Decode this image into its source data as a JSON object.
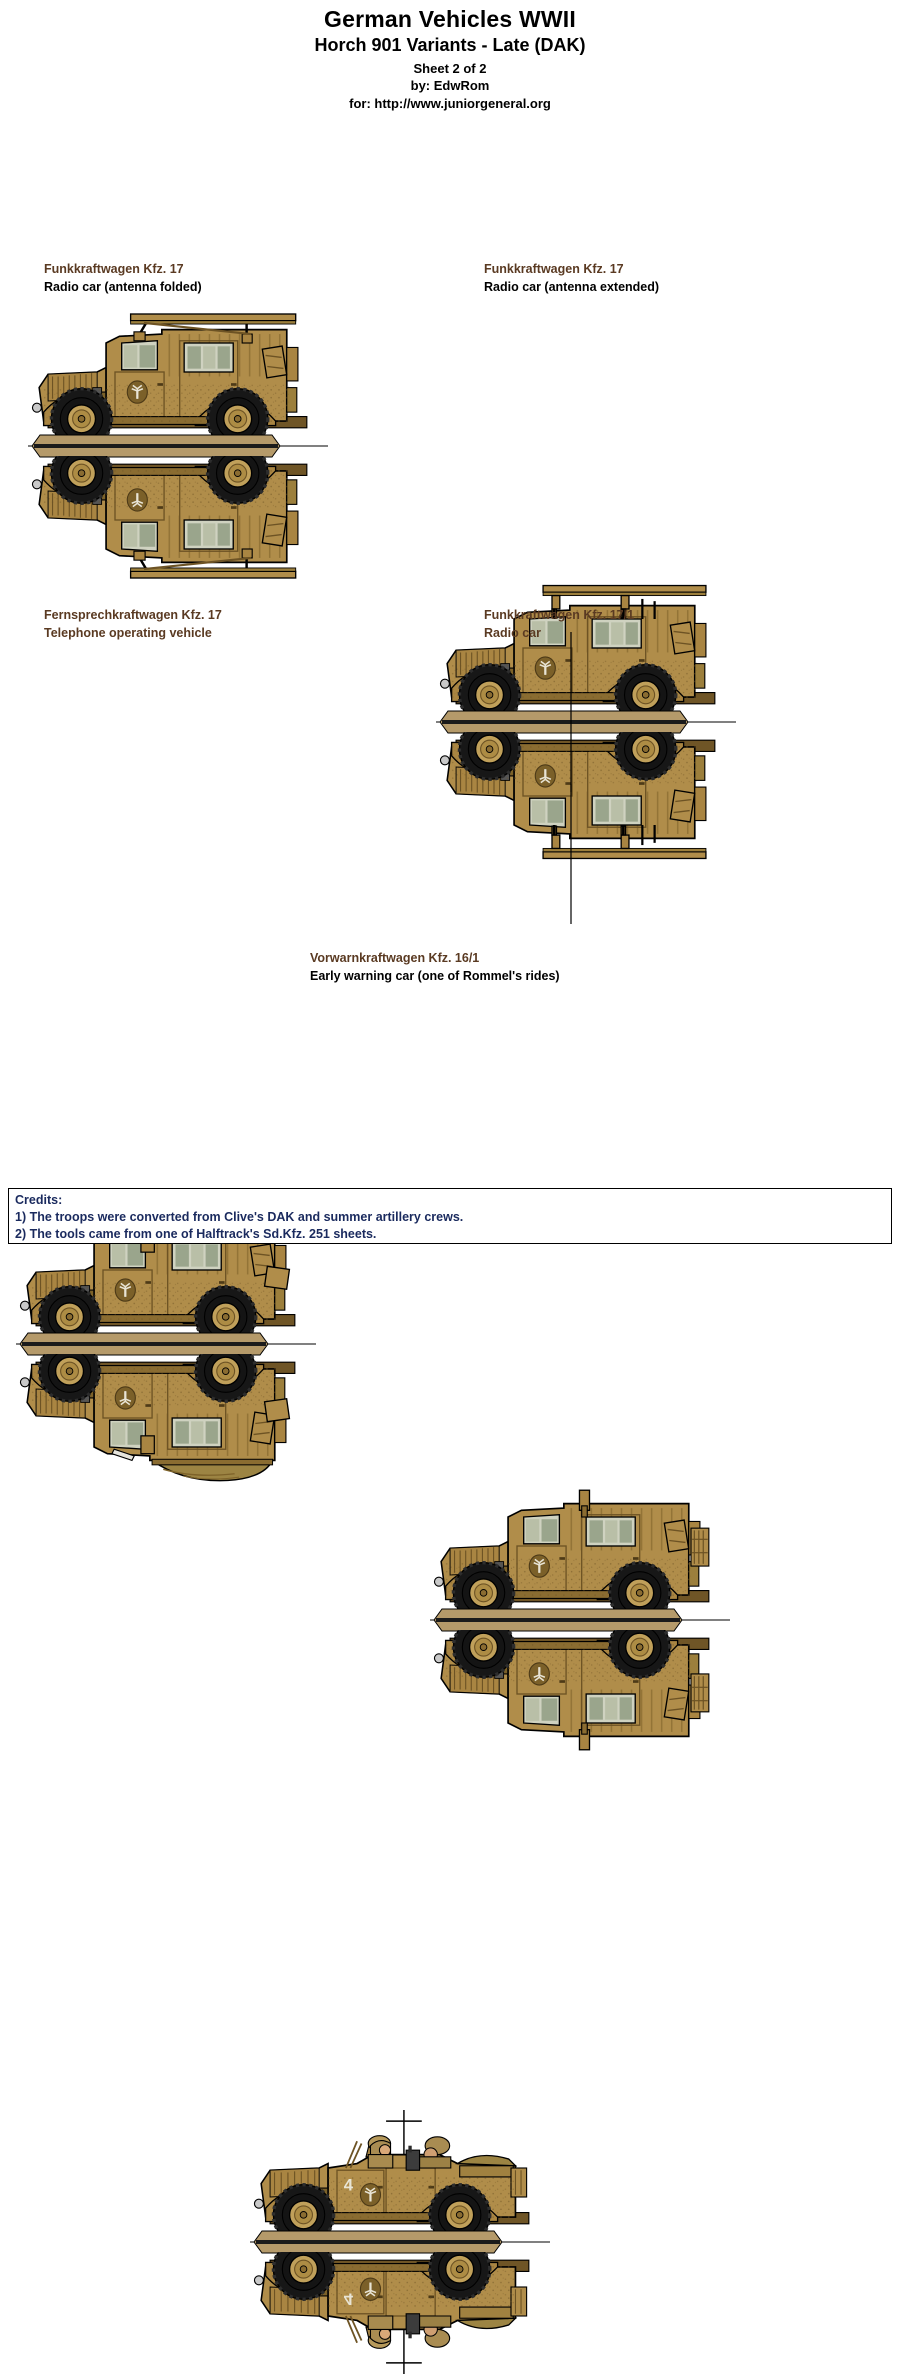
{
  "header": {
    "title": "German Vehicles WWII",
    "subtitle": "Horch 901 Variants - Late (DAK)",
    "sheet": "Sheet 2 of 2",
    "author": "by: EdwRom",
    "site": "for: http://www.juniorgeneral.org"
  },
  "palette": {
    "body_khaki": "#b08d4a",
    "body_khaki_dark": "#94752f",
    "body_shadow": "#8a6c31",
    "base_tan": "#b59a6a",
    "base_tan_dark": "#9c7f4f",
    "tire_black": "#1b1b1b",
    "hub_tan": "#c0a05a",
    "glass": "#cfd2c0",
    "outline": "#000000",
    "caption_german": "#5a3a22",
    "caption_english": "#000000",
    "credits_text": "#1a2a5e"
  },
  "figures": [
    {
      "id": "kfz17-folded",
      "german": "Funkkraftwagen Kfz. 17",
      "english": "Radio car (antenna folded)",
      "english_color": "black",
      "variant": "box_body_frame_antenna_folded",
      "antenna": "folded frame antenna on roof",
      "markings": "DAK palm insignia on door"
    },
    {
      "id": "kfz17-extended",
      "german": "Funkkraftwagen Kfz. 17",
      "english": "Radio car (antenna extended)",
      "english_color": "black",
      "variant": "box_body_frame_antenna_raised",
      "antenna": "frame antenna raised on four masts",
      "markings": "DAK palm insignia on door"
    },
    {
      "id": "fernsprech-kfz17",
      "german": "Fernsprechkraftwagen Kfz. 17",
      "english": "Telephone operating vehicle",
      "english_color": "brown",
      "variant": "box_body_roof_load",
      "antenna": "none, tarpaulin load on roof",
      "markings": "DAK palm insignia on door"
    },
    {
      "id": "kfz17-1",
      "german": "Funkkraftwagen Kfz. 17/1",
      "english": "Radio car",
      "english_color": "brown",
      "variant": "box_body_rod_antenna",
      "antenna": "tall rod / whip antenna",
      "markings": "DAK palm insignia on door, stowage rack at rear"
    },
    {
      "id": "kfz16-1",
      "german": "Vorwarnkraftwagen Kfz. 16/1",
      "english": "Early warning car (one of Rommel's rides)",
      "english_color": "black",
      "variant": "open_top_staff_car",
      "antenna": "cross-shaped direction finding antenna",
      "markings": "DAK palm insignia on door, number 4 on front door, two crew figures"
    }
  ],
  "credits": {
    "heading": "Credits:",
    "line1": "1) The troops were converted from Clive's DAK and summer artillery crews.",
    "line2": "2) The tools came from one of Halftrack's Sd.Kfz. 251 sheets."
  }
}
